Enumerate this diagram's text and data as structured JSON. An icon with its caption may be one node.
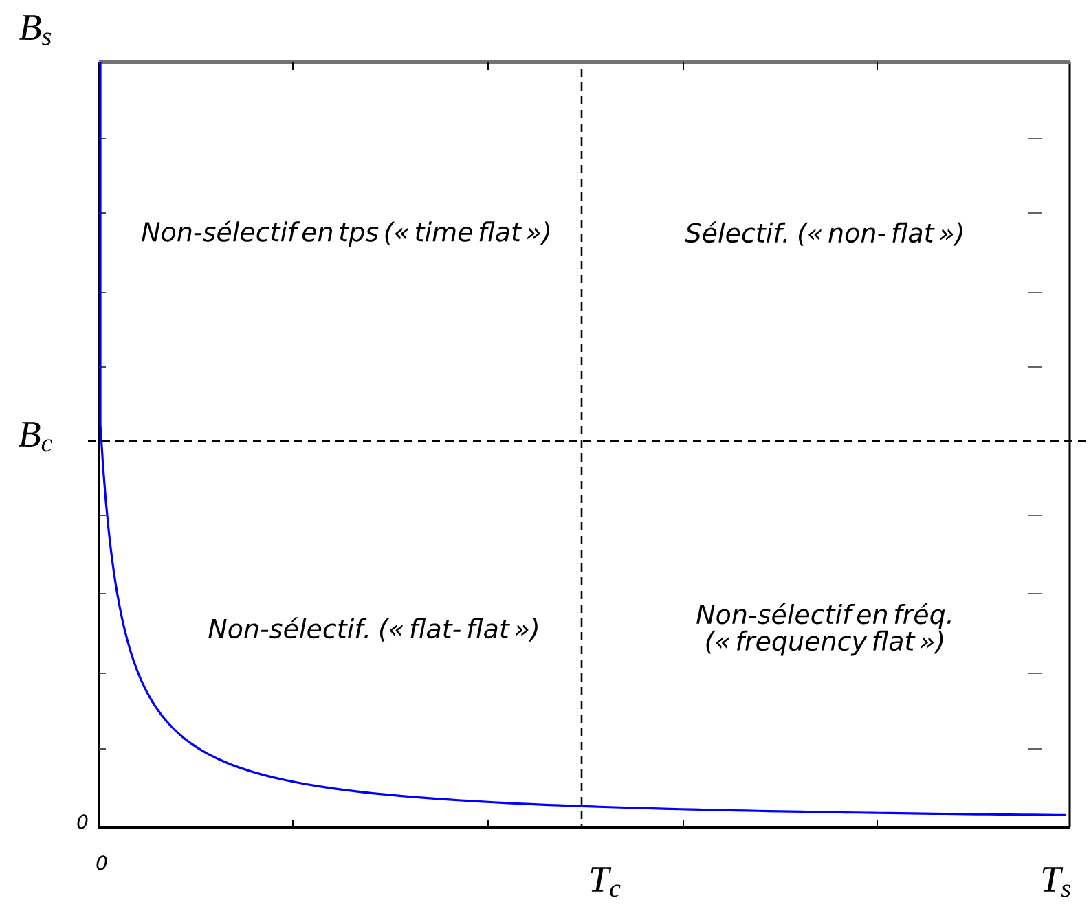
{
  "diagram": {
    "labels": [
      "B$_{s}$",
      "Non-sélectif en tps (« time flat »)",
      "Sélectif. (« non- flat »)",
      "B$_{c}$",
      "Non-sélectif. (« flat- flat »)",
      "Non-sélectif en fréq. (« frequency flat »)",
      "0",
      "0",
      "T$_{c}$",
      "T$_{s}$"
    ]
  }
}
